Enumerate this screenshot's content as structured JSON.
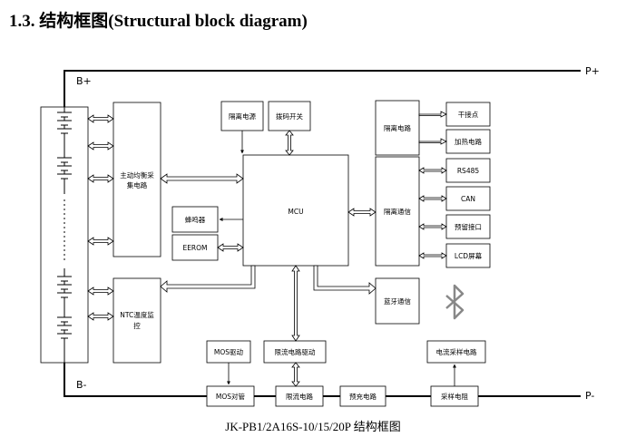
{
  "heading": "1.3. 结构框图(Structural block diagram)",
  "caption": "JK-PB1/2A16S-10/15/20P 结构框图",
  "terminals": {
    "b_plus": "B+",
    "p_plus": "P+",
    "b_minus": "B-",
    "p_minus": "P-"
  },
  "blocks": {
    "isolated_power": "隔离电源",
    "dip_switch": "拨码开关",
    "active_balance_lines": [
      "主动均衡采",
      "集电路"
    ],
    "ntc_lines": [
      "NTC温度监",
      "控"
    ],
    "buzzer": "蜂鸣器",
    "eerom": "EEROM",
    "mcu": "MCU",
    "isolation_circuit": "隔离电路",
    "isolated_comm": "隔离通信",
    "dry_contact": "干接点",
    "heating_circuit": "加热电路",
    "rs485": "RS485",
    "can": "CAN",
    "reserved_interface": "预留接口",
    "lcd_screen": "LCD屏幕",
    "bluetooth_comm": "蓝牙通信",
    "mos_driver": "MOS驱动",
    "current_limit_driver": "限流电路驱动",
    "current_sampling_circuit": "电流采样电路",
    "mos_tube": "MOS对管",
    "current_limit_circuit": "限流电路",
    "precharge_circuit": "预充电路",
    "sampling_resistor": "采样电阻"
  },
  "icons": {
    "bluetooth": "bluetooth-icon"
  }
}
